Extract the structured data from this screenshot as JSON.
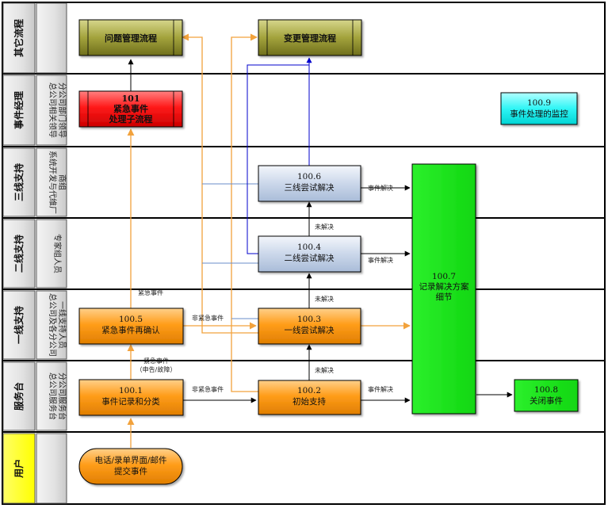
{
  "lanes": [
    {
      "id": "other",
      "title": "其它流程",
      "role": "",
      "title_color": "#ededed"
    },
    {
      "id": "manager",
      "title": "事件经理",
      "role": "总公司相关领导\n分公司部门领导",
      "title_color": "#ededed"
    },
    {
      "id": "l3",
      "title": "三线支持",
      "role": "系统开发与代维厂\n商组",
      "title_color": "#ededed"
    },
    {
      "id": "l2",
      "title": "二线支持",
      "role": "专家组人员",
      "title_color": "#ededed"
    },
    {
      "id": "l1",
      "title": "一线支持",
      "role": "总公司及各分公司\n一线支持人员",
      "title_color": "#ededed"
    },
    {
      "id": "desk",
      "title": "服务台",
      "role": "总公司服务台\n分公司服务台",
      "title_color": "#ededed"
    },
    {
      "id": "user",
      "title": "用户",
      "role": "",
      "title_color": "#ffff00"
    }
  ],
  "nodes": {
    "problem": {
      "line1": "问题管理流程",
      "line2": "",
      "line3": ""
    },
    "change": {
      "line1": "变更管理流程",
      "line2": "",
      "line3": ""
    },
    "urgent": {
      "line1": "101",
      "line2": "紧急事件",
      "line3": "处理子流程"
    },
    "monitor": {
      "line1": "100.9",
      "line2": "事件处理的监控",
      "line3": ""
    },
    "l3try": {
      "line1": "100.6",
      "line2": "三线尝试解决",
      "line3": ""
    },
    "l2try": {
      "line1": "100.4",
      "line2": "二线尝试解决",
      "line3": ""
    },
    "record": {
      "line1": "100.7",
      "line2": "记录解决方案",
      "line3": "细节"
    },
    "confirm": {
      "line1": "100.5",
      "line2": "紧急事件再确认",
      "line3": ""
    },
    "l1try": {
      "line1": "100.3",
      "line2": "一线尝试解决",
      "line3": ""
    },
    "log": {
      "line1": "100.1",
      "line2": "事件记录和分类",
      "line3": ""
    },
    "initial": {
      "line1": "100.2",
      "line2": "初始支持",
      "line3": ""
    },
    "close": {
      "line1": "100.8",
      "line2": "关闭事件",
      "line3": ""
    },
    "submit": {
      "line1": "电话/录单界面/邮件",
      "line2": "提交事件",
      "line3": ""
    }
  },
  "edge_labels": {
    "l3_solved": "事件解决",
    "l2_solved": "事件解决",
    "l2_unsolved": "未解决",
    "urgent_event": "紧急事件",
    "non_urgent_1": "非紧急事件",
    "l1_unsolved": "未解决",
    "urgent_report_1": "紧急事件",
    "urgent_report_2": "（申告/故障）",
    "non_urgent_2": "非紧急事件",
    "initial_unsolved": "未解决",
    "initial_solved": "事件解决"
  },
  "colors": {
    "olive": "#8b8b2a",
    "red": "#ff0000",
    "cyan": "#00ffff",
    "steel_blue": "#c3d1e6",
    "orange": "#ff9900",
    "green": "#00ee00",
    "arrow_orange": "#f2a23c",
    "arrow_blue": "#6a8ec9",
    "arrow_dark_blue": "#0000cc"
  }
}
